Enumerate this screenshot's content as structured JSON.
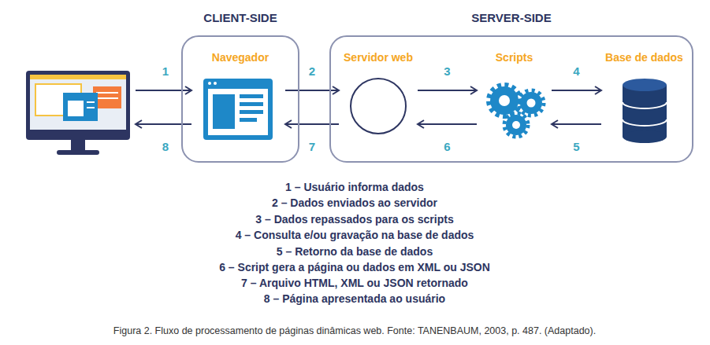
{
  "diagram": {
    "caption": "Figura 2. Fluxo de processamento de páginas dinâmicas web. Fonte: TANENBAUM, 2003, p. 487. (Adaptado).",
    "nodes": [
      {
        "text": [
          "CLIENT-SIDE"
        ]
      },
      {
        "text": [
          "Navegador"
        ],
        "in": 0
      },
      {
        "text": [
          "SERVER-SIDE"
        ]
      },
      {
        "text": [
          "Servidor web"
        ],
        "in": 2
      },
      {
        "text": [
          "Scripts"
        ],
        "in": 2
      },
      {
        "text": [
          "Base de dados"
        ],
        "in": 2
      }
    ],
    "edges": [
      {
        "from": 1,
        "to": 3,
        "label": "2",
        "arrow": "to"
      },
      {
        "from": 3,
        "to": 1,
        "label": "7",
        "arrow": "to"
      },
      {
        "from": 3,
        "to": 4,
        "label": "3",
        "arrow": "to"
      },
      {
        "from": 4,
        "to": 3,
        "label": "6",
        "arrow": "to"
      },
      {
        "from": 4,
        "to": 5,
        "label": "4",
        "arrow": "to"
      },
      {
        "from": 5,
        "to": 4,
        "label": "5",
        "arrow": "to"
      }
    ],
    "labels": [
      "1",
      "8",
      "1 – Usuário informa dados",
      "2 – Dados enviados ao servidor",
      "3 – Dados repassados para os scripts",
      "4 – Consulta e/ou gravação na base de dados",
      "5 – Retorno da base de dados",
      "6 – Script gera a página ou dados em XML ou JSON",
      "7 – Arquivo HTML, XML ou JSON retornado",
      "8 – Página apresentada ao usuário"
    ]
  }
}
